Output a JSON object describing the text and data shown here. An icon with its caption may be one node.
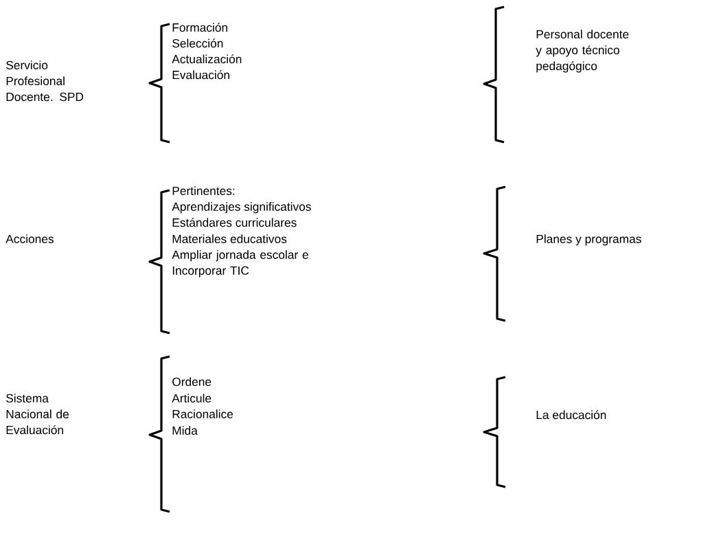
{
  "diagram": {
    "labels": [
      "Servicio Profesional Docente. SPD",
      "Formación",
      "Selección",
      "Actualización",
      "Evaluación",
      "Personal docente y apoyo técnico pedagógico",
      "Acciones",
      "Pertinentes:",
      "Aprendizajes significativos",
      "Estándares curriculares",
      "Materiales educativos",
      "Ampliar jornada escolar e Incorporar TIC",
      "Planes y programas",
      "Sistema Nacional de Evaluación",
      "Ordene",
      "Articule",
      "Racionalice",
      "Mida",
      "La educación"
    ]
  }
}
